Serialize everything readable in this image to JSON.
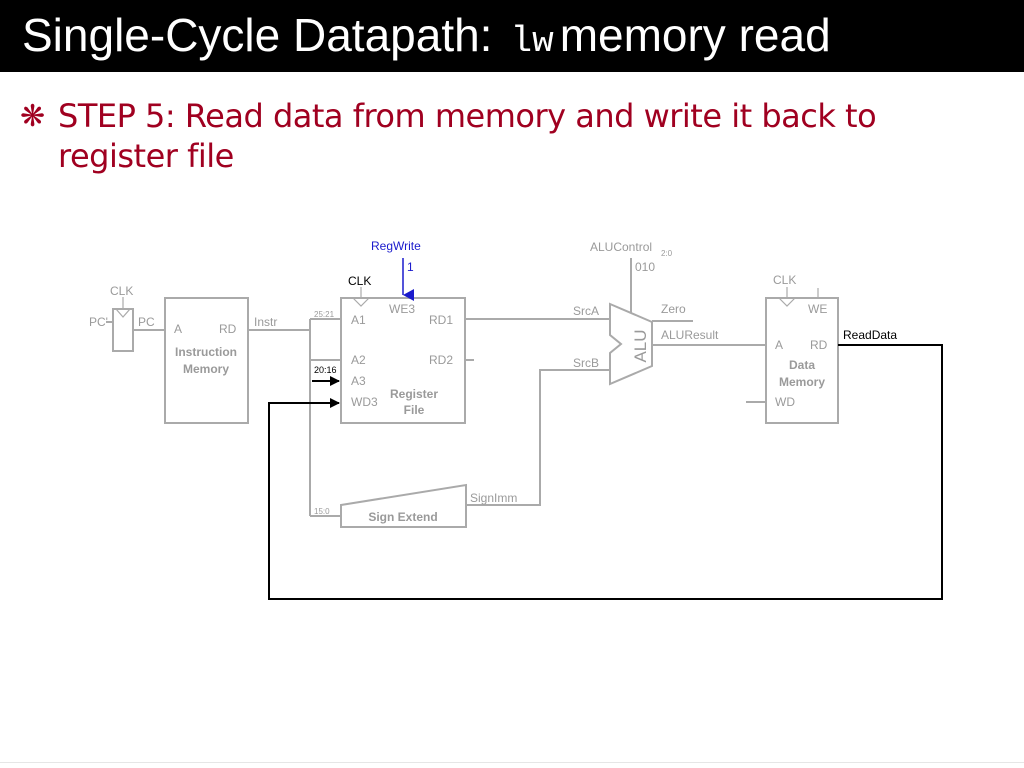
{
  "slide": {
    "title_prefix": "Single-Cycle Datapath:",
    "title_code": "lw",
    "title_suffix": "memory read",
    "bullet_icon": "asterisk-bullet-icon",
    "bullet_text": "STEP 5: Read data from memory and write it back to register file"
  },
  "colors": {
    "title_bg": "#000000",
    "bullet_text": "#a00020",
    "inactive_path": "#aaaaaa",
    "active_path": "#000000",
    "control_signal": "#1a1acc"
  },
  "diagram": {
    "pc_register": {
      "clk": "CLK",
      "input": "PC'",
      "output": "PC"
    },
    "instruction_memory": {
      "port_a": "A",
      "port_rd": "RD",
      "name_line1": "Instruction",
      "name_line2": "Memory",
      "output": "Instr"
    },
    "bit_fields": {
      "rs": "25:21",
      "rt": "20:16",
      "imm": "15:0"
    },
    "register_file": {
      "clk": "CLK",
      "we3": "WE3",
      "a1": "A1",
      "a2": "A2",
      "a3": "A3",
      "wd3": "WD3",
      "rd1": "RD1",
      "rd2": "RD2",
      "name_line1": "Register",
      "name_line2": "File"
    },
    "regwrite": {
      "label": "RegWrite",
      "value": "1"
    },
    "sign_extend": {
      "name": "Sign Extend",
      "output": "SignImm"
    },
    "alu": {
      "name": "ALU",
      "src_a": "SrcA",
      "src_b": "SrcB",
      "zero": "Zero",
      "result": "ALUResult",
      "control_label": "ALUControl",
      "control_subscript": "2:0",
      "control_value": "010"
    },
    "data_memory": {
      "clk": "CLK",
      "we": "WE",
      "port_a": "A",
      "port_rd": "RD",
      "wd": "WD",
      "name_line1": "Data",
      "name_line2": "Memory",
      "output": "ReadData"
    }
  }
}
